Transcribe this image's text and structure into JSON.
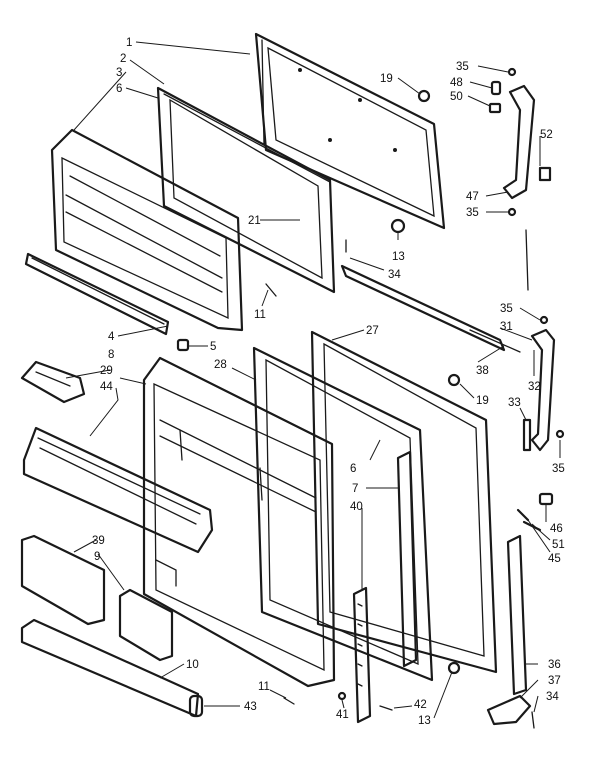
{
  "callouts": {
    "c1": "1",
    "c2": "2",
    "c3": "3",
    "c6a": "6",
    "c19a": "19",
    "c35a": "35",
    "c48": "48",
    "c50": "50",
    "c52": "52",
    "c47": "47",
    "c35b": "35",
    "c21": "21",
    "c13a": "13",
    "c34a": "34",
    "c11a": "11",
    "c4": "4",
    "c5": "5",
    "c8": "8",
    "c29": "29",
    "c44": "44",
    "c28": "28",
    "c27": "27",
    "c38": "38",
    "c35c": "35",
    "c31": "31",
    "c32": "32",
    "c19b": "19",
    "c33": "33",
    "c35d": "35",
    "c6b": "6",
    "c7": "7",
    "c40": "40",
    "c46": "46",
    "c51": "51",
    "c45": "45",
    "c39": "39",
    "c9": "9",
    "c10": "10",
    "c36": "36",
    "c37": "37",
    "c34b": "34",
    "c11b": "11",
    "c43": "43",
    "c41": "41",
    "c42": "42",
    "c13b": "13"
  }
}
